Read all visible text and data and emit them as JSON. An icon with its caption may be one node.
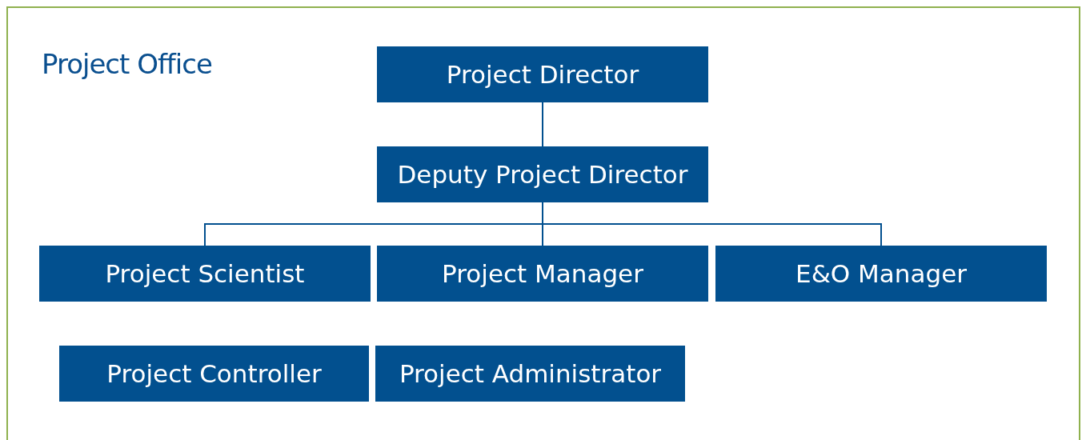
{
  "diagram": {
    "nodes": [
      {
        "text": [
          "Project Office"
        ]
      },
      {
        "text": [
          "Project Director"
        ],
        "in": 0
      },
      {
        "text": [
          "Deputy Project Director"
        ],
        "in": 0
      },
      {
        "text": [
          "Project Scientist"
        ],
        "in": 0
      },
      {
        "text": [
          "Project Manager"
        ],
        "in": 0
      },
      {
        "text": [
          "E&O Manager"
        ],
        "in": 0
      },
      {
        "text": [
          "Project Controller"
        ],
        "in": 0
      },
      {
        "text": [
          "Project Administrator"
        ],
        "in": 0
      }
    ],
    "edges": [
      {
        "from": 1,
        "to": 2,
        "arrow": "none"
      },
      {
        "from": 2,
        "to": 3,
        "arrow": "none"
      },
      {
        "from": 2,
        "to": 4,
        "arrow": "none"
      },
      {
        "from": 2,
        "to": 5,
        "arrow": "none"
      }
    ]
  }
}
